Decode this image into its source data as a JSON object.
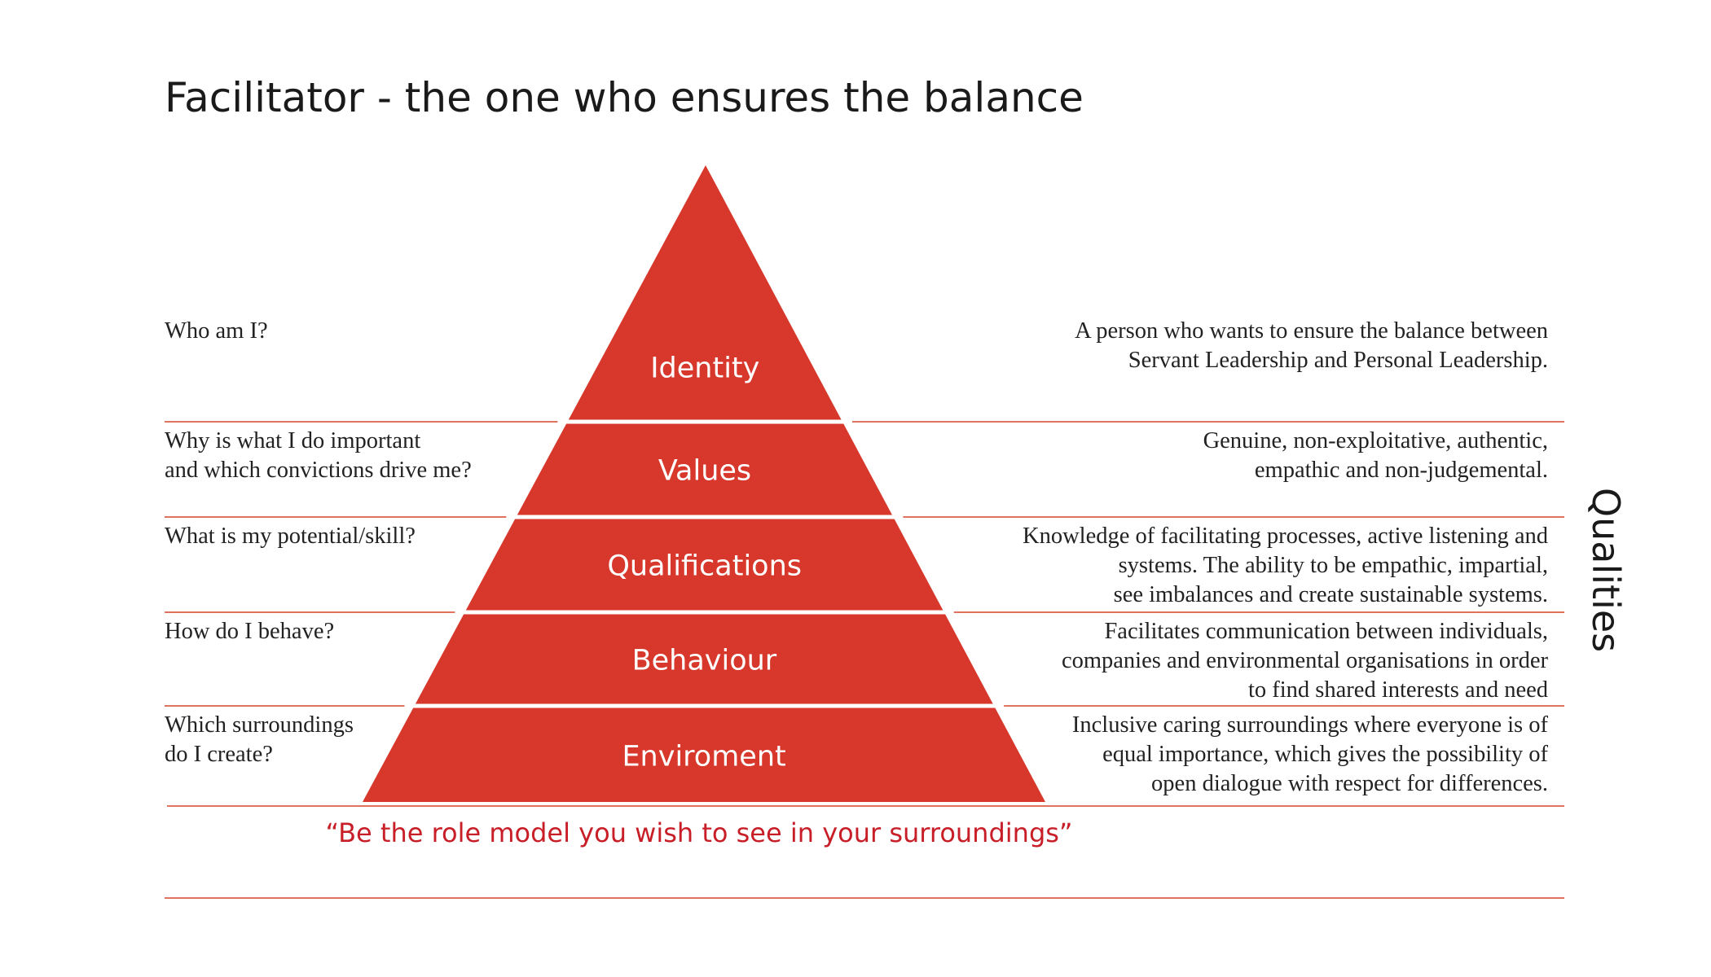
{
  "title": "Facilitator - the one who ensures the balance",
  "side_label": "Qualities",
  "quote": "“Be the role model you wish to see in your surroundings”",
  "colors": {
    "pyramid": "#d7382b",
    "rule": "#e0735f",
    "quote": "#c81e27",
    "text": "#222222"
  },
  "levels": [
    {
      "label": "Identity",
      "question": [
        "Who am I?"
      ],
      "description": [
        "A person who wants to ensure the balance between",
        "Servant Leadership and Personal Leadership."
      ]
    },
    {
      "label": "Values",
      "question": [
        "Why is what I do important",
        "and which convictions drive me?"
      ],
      "description": [
        "Genuine, non-exploitative, authentic,",
        "empathic and non-judgemental."
      ]
    },
    {
      "label": "Qualifications",
      "question": [
        "What is my potential/skill?"
      ],
      "description": [
        "Knowledge of facilitating processes, active listening and",
        "systems. The ability to be empathic, impartial,",
        "see imbalances and create sustainable systems."
      ]
    },
    {
      "label": "Behaviour",
      "question": [
        "How do I behave?"
      ],
      "description": [
        "Facilitates communication between individuals,",
        "companies and environmental organisations in order",
        "to find shared interests and need"
      ]
    },
    {
      "label": "Enviroment",
      "question": [
        "Which surroundings",
        "do I create?"
      ],
      "description": [
        "Inclusive caring surroundings where everyone is of",
        "equal importance, which gives the possibility of",
        "open dialogue with respect for differences."
      ]
    }
  ]
}
